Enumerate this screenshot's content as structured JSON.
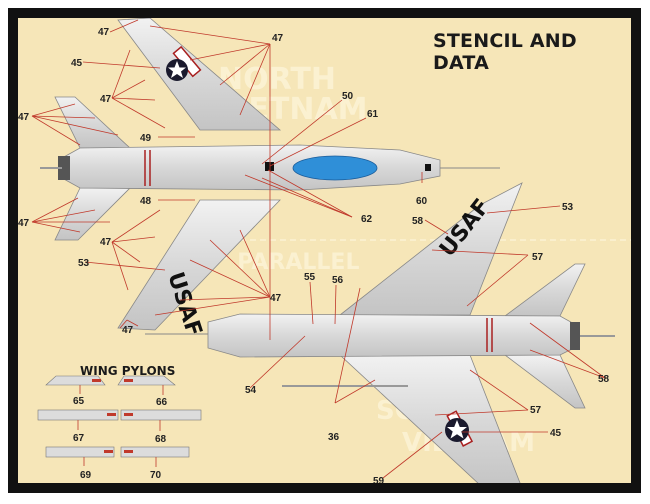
{
  "title": "STENCIL AND DATA",
  "map_labels": {
    "north": "NORTH",
    "vietnam_north": "VIETNAM",
    "parallel": "17° PARALLEL",
    "south": "SOUTH",
    "vietnam_south": "VIETNAM"
  },
  "top_view": {
    "wing_marking": "USAF",
    "callouts": {
      "c47a": "47",
      "c47b": "47",
      "c45": "45",
      "c47c": "47",
      "c47d": "47",
      "c50": "50",
      "c61": "61",
      "c49": "49",
      "c48": "48",
      "c47e": "47",
      "c47f": "47",
      "c53": "53",
      "c47g": "47",
      "c47h": "47",
      "c62": "62",
      "c60": "60"
    }
  },
  "bottom_view": {
    "wing_marking": "USAF",
    "callouts": {
      "c58a": "58",
      "c53": "53",
      "c57a": "57",
      "c55": "55",
      "c56": "56",
      "c54": "54",
      "c58b": "58",
      "c57b": "57",
      "c45": "45",
      "c36": "36",
      "c59": "59"
    }
  },
  "wing_pylons": {
    "title": "WING PYLONS",
    "labels": [
      "65",
      "66",
      "67",
      "68",
      "69",
      "70"
    ]
  },
  "colors": {
    "background": "#f6e6b8",
    "border": "#111111",
    "leader_line": "#c0392b",
    "aircraft": "#d9d9d9",
    "canopy": "#2f8fd8",
    "roundel_blue": "#1a1a2e"
  }
}
